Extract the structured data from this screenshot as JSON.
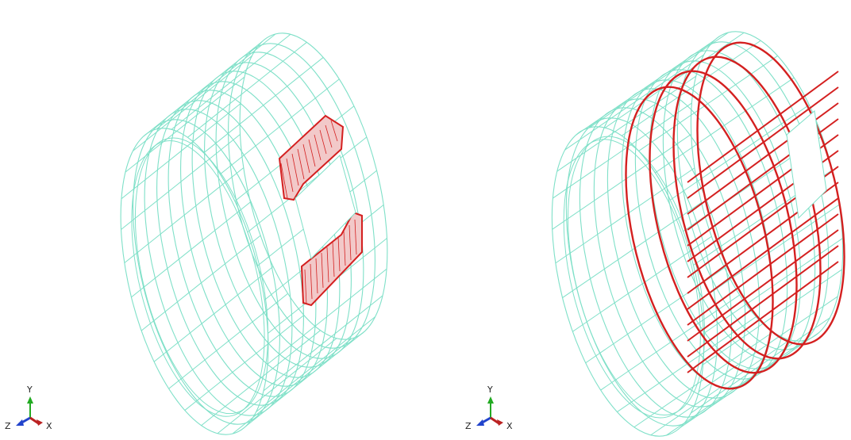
{
  "viewports": [
    {
      "id": "left",
      "view": "shell-with-highlighted-patches",
      "triad": {
        "y_label": "Y",
        "z_label": "Z",
        "x_label": "X"
      }
    },
    {
      "id": "right",
      "view": "shell-with-highlighted-stiffener-rings-and-stringers",
      "triad": {
        "y_label": "Y",
        "z_label": "Z",
        "x_label": "X"
      }
    }
  ],
  "colors": {
    "mesh": "#7fe0c8",
    "highlight": "#d42020",
    "triad_y": "#22aa22",
    "triad_z": "#2244cc",
    "triad_x": "#bb2222"
  },
  "icons": [
    "coordinate-triad-icon",
    "coordinate-triad-icon"
  ]
}
